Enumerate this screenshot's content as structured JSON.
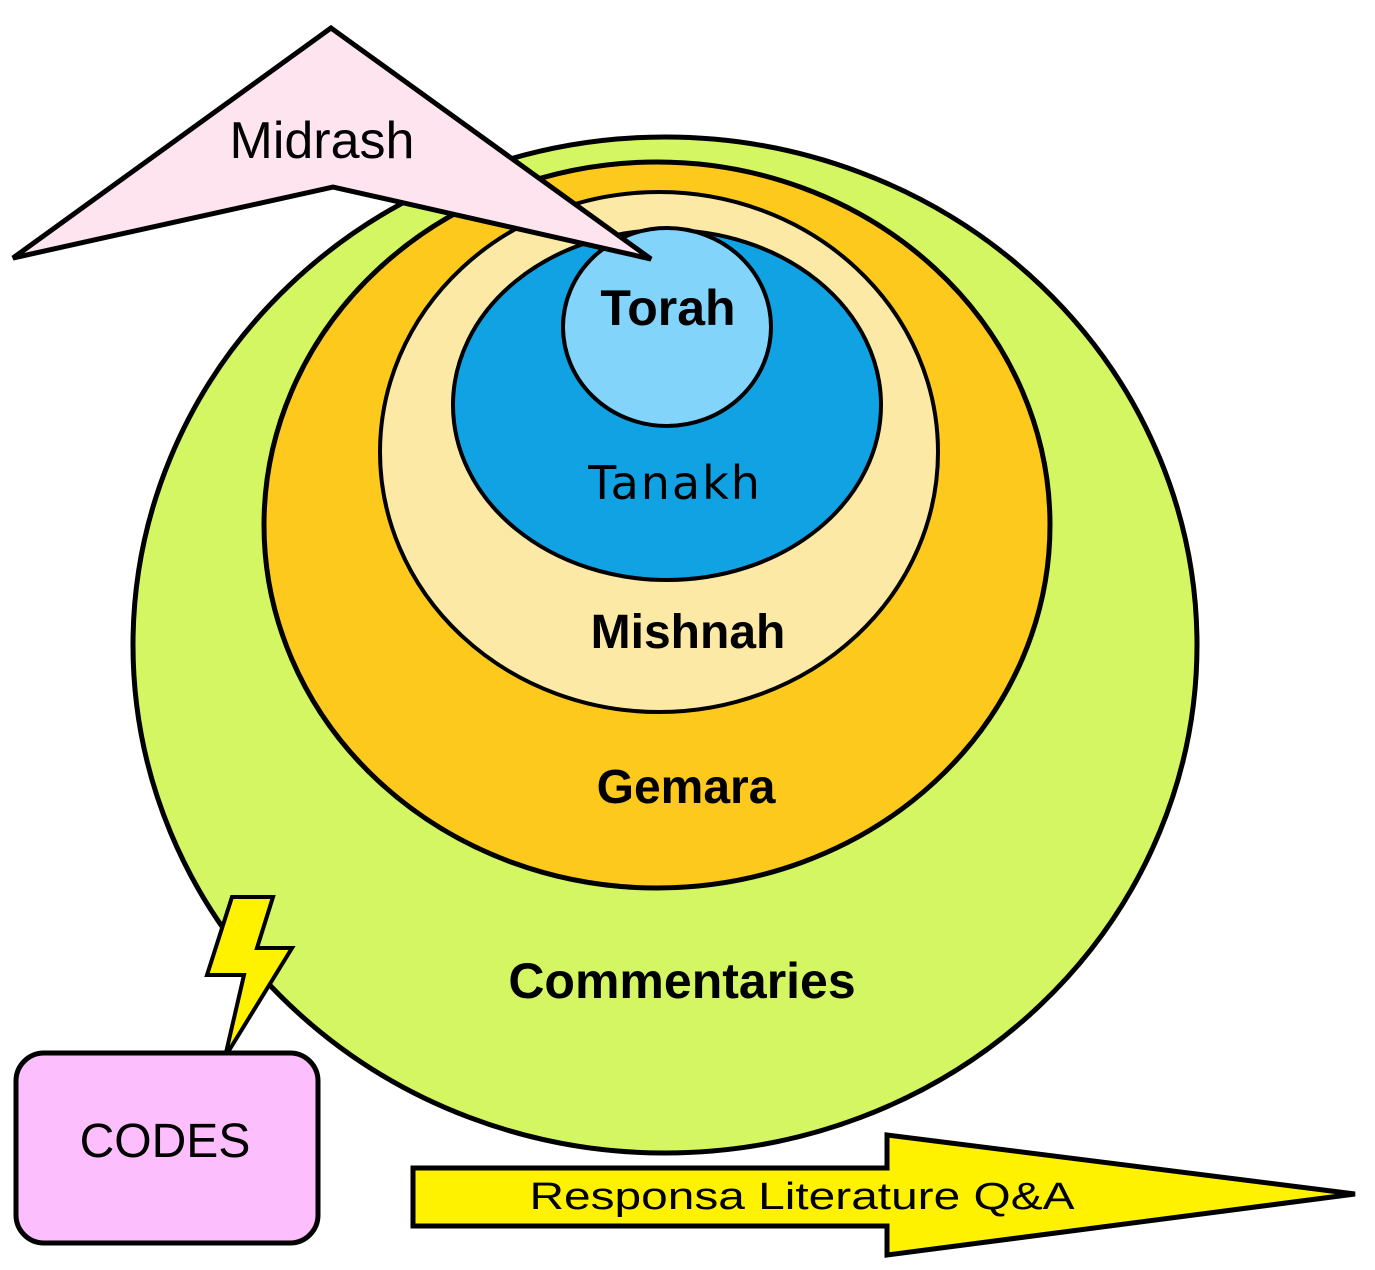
{
  "diagram": {
    "title": "Layers of Jewish Texts",
    "rings": [
      {
        "id": "commentaries",
        "label": "Commentaries",
        "color": "#d4f663"
      },
      {
        "id": "gemara",
        "label": "Gemara",
        "color": "#fdc91c"
      },
      {
        "id": "mishnah",
        "label": "Mishnah",
        "color": "#fce9a6"
      },
      {
        "id": "tanakh",
        "label": "Tanakh",
        "color": "#11a2e4"
      },
      {
        "id": "torah",
        "label": "Torah",
        "color": "#82d4fb"
      }
    ],
    "callouts": {
      "midrash": {
        "label": "Midrash",
        "color": "#fde4ef"
      },
      "codes": {
        "label": "CODES",
        "color": "#fcbefc"
      },
      "lightning": {
        "color": "#fff200"
      },
      "responsa": {
        "label": "Responsa Literature Q&A",
        "color": "#fff200"
      }
    },
    "outline_color": "#000000"
  }
}
